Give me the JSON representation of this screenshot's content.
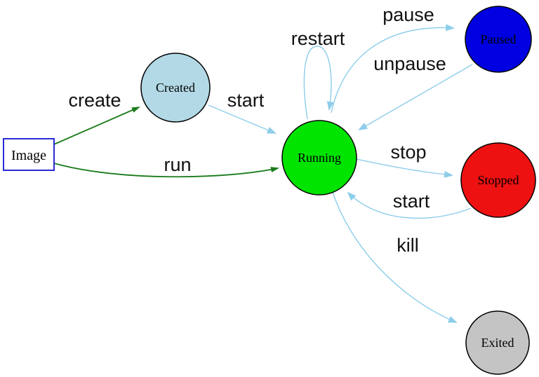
{
  "diagram": {
    "kind": "state-diagram",
    "subject": "container-lifecycle",
    "background": "#ffffff"
  },
  "palette": {
    "edge_blue": "#8dcdea",
    "edge_green": "#1a7c1a",
    "label_color": "#111111",
    "node_border": "#000000",
    "image_border": "#2a2ad6"
  },
  "nodes": {
    "image": {
      "label": "Image",
      "shape": "box",
      "fill": "#ffffff",
      "border": "#2a2ad6"
    },
    "created": {
      "label": "Created",
      "shape": "circle",
      "fill": "#b3d9e6",
      "border": "#000000"
    },
    "running": {
      "label": "Running",
      "shape": "circle",
      "fill": "#00e400",
      "border": "#000000"
    },
    "paused": {
      "label": "Paused",
      "shape": "circle",
      "fill": "#0000e0",
      "border": "#000000"
    },
    "stopped": {
      "label": "Stopped",
      "shape": "circle",
      "fill": "#ee1111",
      "border": "#000000"
    },
    "exited": {
      "label": "Exited",
      "shape": "circle",
      "fill": "#c4c4c4",
      "border": "#000000"
    }
  },
  "edges": [
    {
      "label": "create",
      "from": "Image",
      "to": "Created",
      "color": "#1a7c1a"
    },
    {
      "label": "run",
      "from": "Image",
      "to": "Running",
      "color": "#1a7c1a"
    },
    {
      "label": "start",
      "from": "Created",
      "to": "Running",
      "color": "#8dcdea"
    },
    {
      "label": "restart",
      "from": "Running",
      "to": "Running",
      "color": "#8dcdea"
    },
    {
      "label": "pause",
      "from": "Running",
      "to": "Paused",
      "color": "#8dcdea"
    },
    {
      "label": "unpause",
      "from": "Paused",
      "to": "Running",
      "color": "#8dcdea"
    },
    {
      "label": "stop",
      "from": "Running",
      "to": "Stopped",
      "color": "#8dcdea"
    },
    {
      "label": "start",
      "from": "Stopped",
      "to": "Running",
      "color": "#8dcdea"
    },
    {
      "label": "kill",
      "from": "Running",
      "to": "Exited",
      "color": "#8dcdea"
    }
  ]
}
